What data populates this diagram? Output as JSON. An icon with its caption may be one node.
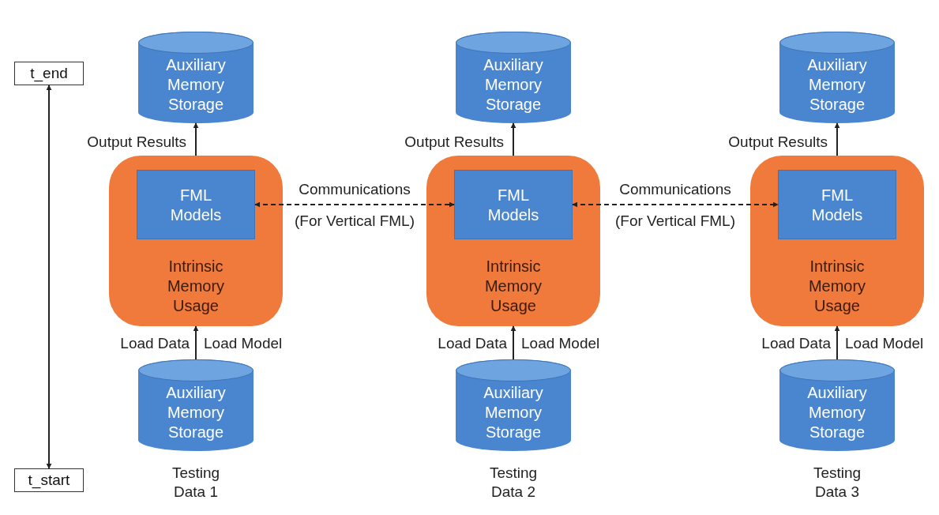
{
  "diagram": {
    "nodes": [
      {
        "text": [
          "t_end"
        ]
      },
      {
        "text": [
          "t_start"
        ]
      },
      {
        "text": [
          "Auxiliary Memory Storage"
        ]
      },
      {
        "text": [
          "Intrinsic Memory Usage"
        ]
      },
      {
        "text": [
          "FML Models"
        ],
        "in": 3
      },
      {
        "text": [
          "Auxiliary Memory Storage"
        ],
        "beside": [
          "Testing Data 1"
        ]
      },
      {
        "text": [
          "Auxiliary Memory Storage"
        ]
      },
      {
        "text": [
          "Intrinsic Memory Usage"
        ]
      },
      {
        "text": [
          "FML Models"
        ],
        "in": 7
      },
      {
        "text": [
          "Auxiliary Memory Storage"
        ],
        "beside": [
          "Testing Data 2"
        ]
      },
      {
        "text": [
          "Auxiliary Memory Storage"
        ]
      },
      {
        "text": [
          "Intrinsic Memory Usage"
        ]
      },
      {
        "text": [
          "FML Models"
        ],
        "in": 11
      },
      {
        "text": [
          "Auxiliary Memory Storage"
        ],
        "beside": [
          "Testing Data 3"
        ]
      }
    ],
    "edges": [
      {
        "from": 1,
        "to": 0,
        "arrow": "both"
      },
      {
        "from": 3,
        "to": 2,
        "arrow": "to",
        "label": "Output Results"
      },
      {
        "from": 5,
        "to": 3,
        "arrow": "to",
        "label": "Load Data"
      },
      {
        "from": 7,
        "to": 6,
        "arrow": "to",
        "label": "Output Results"
      },
      {
        "from": 9,
        "to": 7,
        "arrow": "to",
        "label": "Load Data"
      },
      {
        "from": 11,
        "to": 10,
        "arrow": "to",
        "label": "Output Results"
      },
      {
        "from": 13,
        "to": 11,
        "arrow": "to",
        "label": "Load Data"
      },
      {
        "from": 4,
        "to": 8,
        "arrow": "both",
        "style": "dashed",
        "label": "Communications"
      },
      {
        "from": 8,
        "to": 12,
        "arrow": "both",
        "style": "dashed",
        "label": "Communications"
      }
    ],
    "labels": [
      "(For Vertical FML)",
      "(For Vertical FML)",
      "Load Model",
      "Load Model",
      "Load Model"
    ]
  }
}
